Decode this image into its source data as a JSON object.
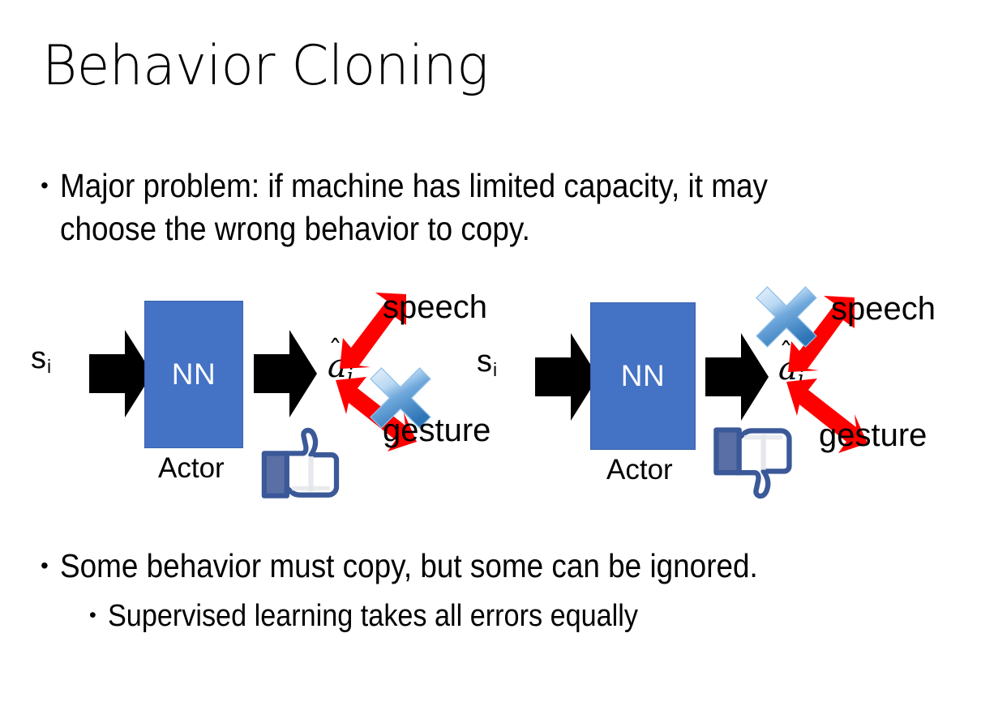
{
  "slide": {
    "title": "Behavior Cloning",
    "background_color": "#FFFFFF"
  },
  "bullets": {
    "top": "Major problem: if machine has limited capacity, it may choose the wrong behavior to copy.",
    "bottom_level1": "Some behavior must copy, but some can be ignored.",
    "bottom_level2": "Supervised learning takes all errors equally",
    "marker": "•"
  },
  "colors": {
    "nn_box_fill": "#4472C4",
    "nn_box_border": "#3A63AE",
    "arrow_black": "#000000",
    "arrow_red": "#FF0000",
    "cross_blue_light": "#CFE2F7",
    "cross_blue_mid": "#6FA8DC",
    "cross_blue_dark": "#2E75B6",
    "thumb_outline": "#3B5998",
    "thumb_fill": "#FFFFFF",
    "thumb_cuff": "#5A6FA5",
    "text_black": "#000000",
    "nn_text": "#FFFFFF"
  },
  "diagrams": [
    {
      "id": "diagram-left",
      "state_label": "s",
      "state_subscript": "i",
      "box_label": "NN",
      "box_caption": "Actor",
      "output_label": "a",
      "output_subscript": "i",
      "output_hat": "ˆ",
      "branch_upper": "speech",
      "branch_lower": "gesture",
      "crossed_branch": "gesture",
      "feedback_icon": "thumbs-up-icon",
      "feedback_meaning": "good"
    },
    {
      "id": "diagram-right",
      "state_label": "s",
      "state_subscript": "i",
      "box_label": "NN",
      "box_caption": "Actor",
      "output_label": "a",
      "output_subscript": "i",
      "output_hat": "ˆ",
      "branch_upper": "speech",
      "branch_lower": "gesture",
      "crossed_branch": "speech",
      "feedback_icon": "thumbs-down-icon",
      "feedback_meaning": "bad"
    }
  ]
}
